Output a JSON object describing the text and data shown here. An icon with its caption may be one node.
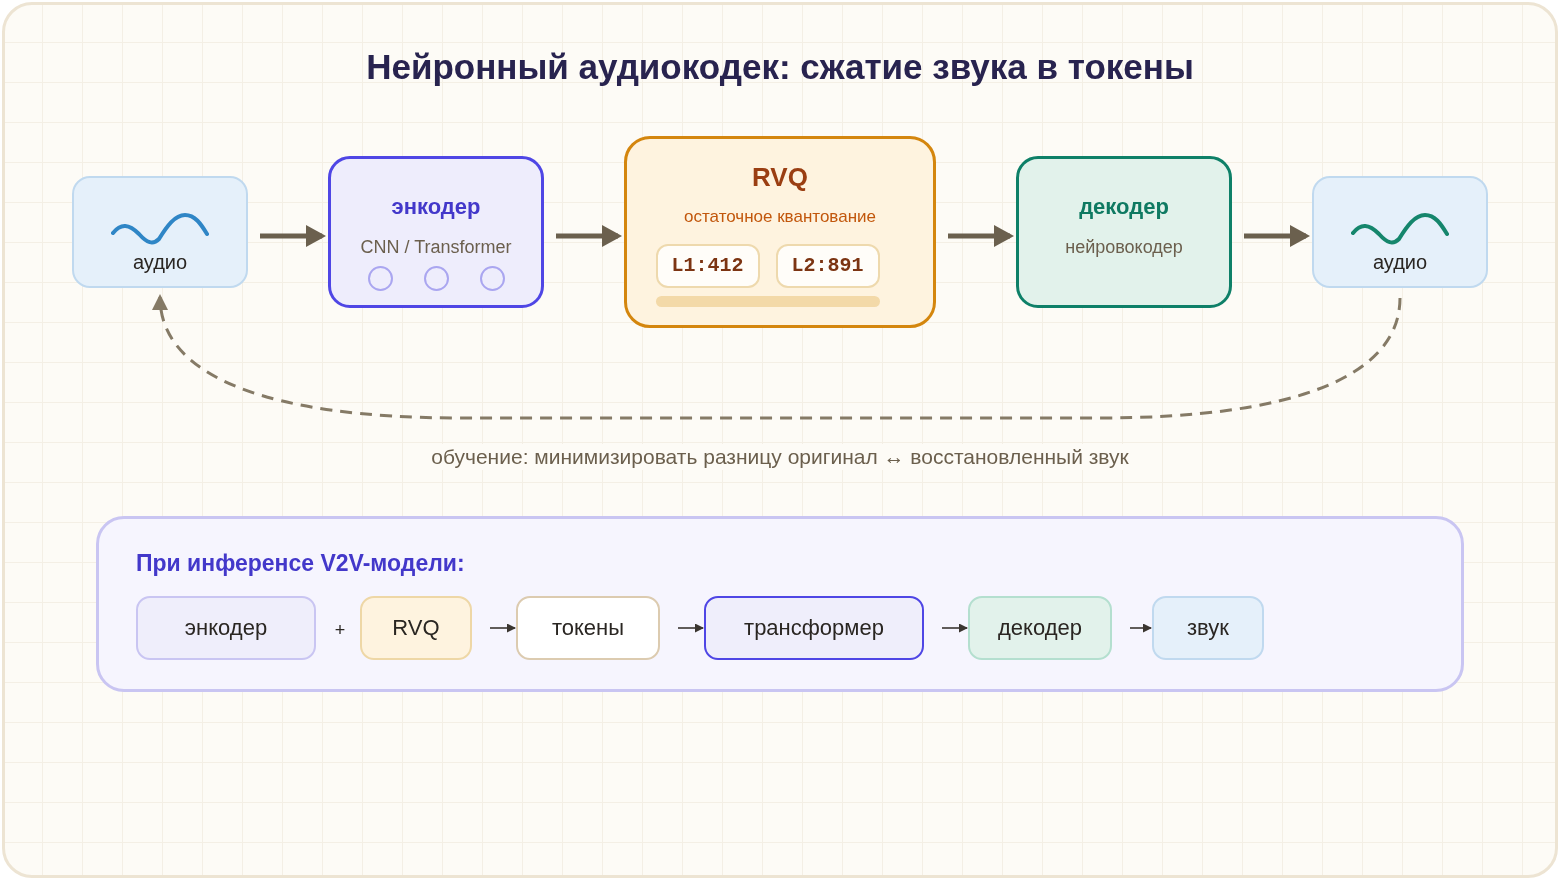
{
  "diagram": {
    "title": "Нейронный аудиокодек: сжатие звука в токены",
    "nodes": [
      {
        "text": [
          "аудио"
        ]
      },
      {
        "text": [
          "энкодер",
          "CNN / Transformer"
        ]
      },
      {
        "text": [
          "RVQ",
          "остаточное квантование"
        ]
      },
      {
        "text": [
          "L1:412"
        ],
        "in": 2
      },
      {
        "text": [
          "L2:891"
        ],
        "in": 2
      },
      {
        "text": [
          "декодер",
          "нейровокодер"
        ]
      },
      {
        "text": [
          "аудио"
        ]
      },
      {
        "text": [
          "При инференсе V2V-модели:"
        ]
      },
      {
        "text": [
          "энкодер"
        ],
        "in": 7
      },
      {
        "text": [
          "RVQ"
        ],
        "in": 7
      },
      {
        "text": [
          "токены"
        ],
        "in": 7
      },
      {
        "text": [
          "трансформер"
        ],
        "in": 7
      },
      {
        "text": [
          "декодер"
        ],
        "in": 7
      },
      {
        "text": [
          "звук"
        ],
        "in": 7
      }
    ],
    "edges": [
      {
        "from": 0,
        "to": 1,
        "arrow": "to"
      },
      {
        "from": 1,
        "to": 2,
        "arrow": "to"
      },
      {
        "from": 2,
        "to": 5,
        "arrow": "to"
      },
      {
        "from": 5,
        "to": 6,
        "arrow": "to"
      },
      {
        "from": 6,
        "to": 0,
        "arrow": "to",
        "style": "dashed",
        "color": "#857a66",
        "label": "обучение: минимизировать разницу оригинал ↔ восстановленный звук"
      },
      {
        "from": 9,
        "to": 10,
        "arrow": "to",
        "color": "#3a3530"
      },
      {
        "from": 10,
        "to": 11,
        "arrow": "to",
        "color": "#3a3530"
      },
      {
        "from": 11,
        "to": 12,
        "arrow": "to",
        "color": "#3a3530"
      },
      {
        "from": 12,
        "to": 13,
        "arrow": "to",
        "color": "#3a3530"
      }
    ],
    "labels": [
      "+"
    ]
  }
}
